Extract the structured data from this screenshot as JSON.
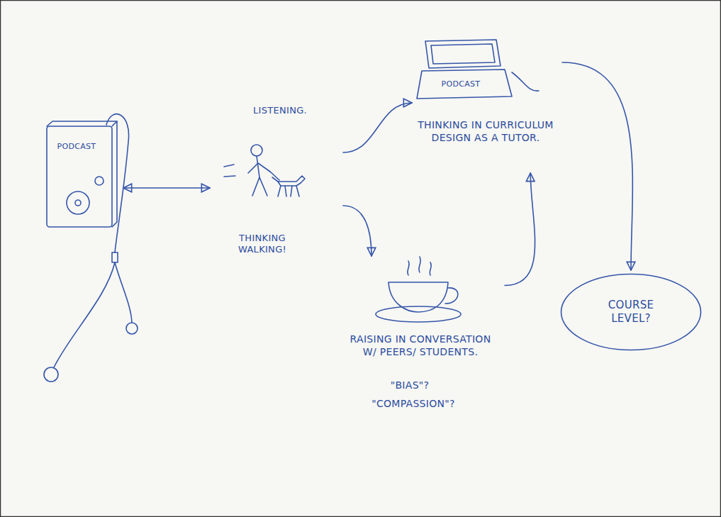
{
  "diagram": {
    "nodes": [
      {
        "text": [
          "PODCAST"
        ]
      },
      {
        "text": [
          "LISTENING.",
          "THINKING WALKING!"
        ]
      },
      {
        "text": [
          "PODCAST",
          "THINKING IN CURRICULUM DESIGN AS A TUTOR."
        ]
      },
      {
        "text": [
          "RAISING IN CONVERSATION W/ PEERS/ STUDENTS.",
          "\"BIAS\"?",
          "\"COMPASSION\"?"
        ]
      },
      {
        "text": [
          "COURSE LEVEL?"
        ]
      }
    ],
    "edges": [
      {
        "from": 0,
        "to": 1,
        "arrow": "both"
      },
      {
        "from": 1,
        "to": 2,
        "arrow": "to"
      },
      {
        "from": 1,
        "to": 3,
        "arrow": "to"
      },
      {
        "from": 3,
        "to": 2,
        "arrow": "to"
      },
      {
        "from": 2,
        "to": 4,
        "arrow": "to"
      }
    ]
  }
}
